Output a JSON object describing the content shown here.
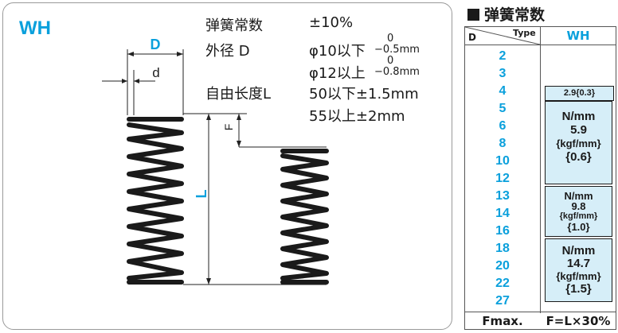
{
  "series": "WH",
  "diagram": {
    "label_D": "D",
    "label_d": "d",
    "label_L": "L",
    "label_F": "F"
  },
  "specs": [
    {
      "name": "弹簧常数",
      "value": "±10%",
      "tol_top": "",
      "tol_bottom": ""
    },
    {
      "name": "外径 D",
      "value": "φ10以下",
      "tol_top": "0",
      "tol_bottom": "−0.5mm"
    },
    {
      "name": "",
      "value": "φ12以上",
      "tol_top": "0",
      "tol_bottom": "−0.8mm"
    },
    {
      "name": "自由长度L",
      "value": "50以下±1.5mm",
      "tol_top": "",
      "tol_bottom": ""
    },
    {
      "name": "",
      "value": "55以上±2mm",
      "tol_top": "",
      "tol_bottom": ""
    }
  ],
  "table": {
    "title": "弹簧常数",
    "header_d": "D",
    "header_type": "Type",
    "header_wh": "WH",
    "d_values": [
      "2",
      "3",
      "4",
      "5",
      "6",
      "8",
      "10",
      "12",
      "13",
      "14",
      "16",
      "18",
      "20",
      "22",
      "27"
    ],
    "constants": [
      {
        "lines": [
          "2.9{0.3}"
        ]
      },
      {
        "lines": [
          "N/mm",
          "5.9",
          "{kgf/mm}",
          "{0.6}"
        ]
      },
      {
        "lines": [
          "N/mm",
          "9.8",
          "{kgf/mm}",
          "{1.0}"
        ]
      },
      {
        "lines": [
          "N/mm",
          "14.7",
          "{kgf/mm}",
          "{1.5}"
        ]
      }
    ],
    "footer_label": "Fmax.",
    "footer_value": "F=L×30%"
  },
  "colors": {
    "accent": "#0aa0dc",
    "box_fill": "#d6eef8"
  }
}
